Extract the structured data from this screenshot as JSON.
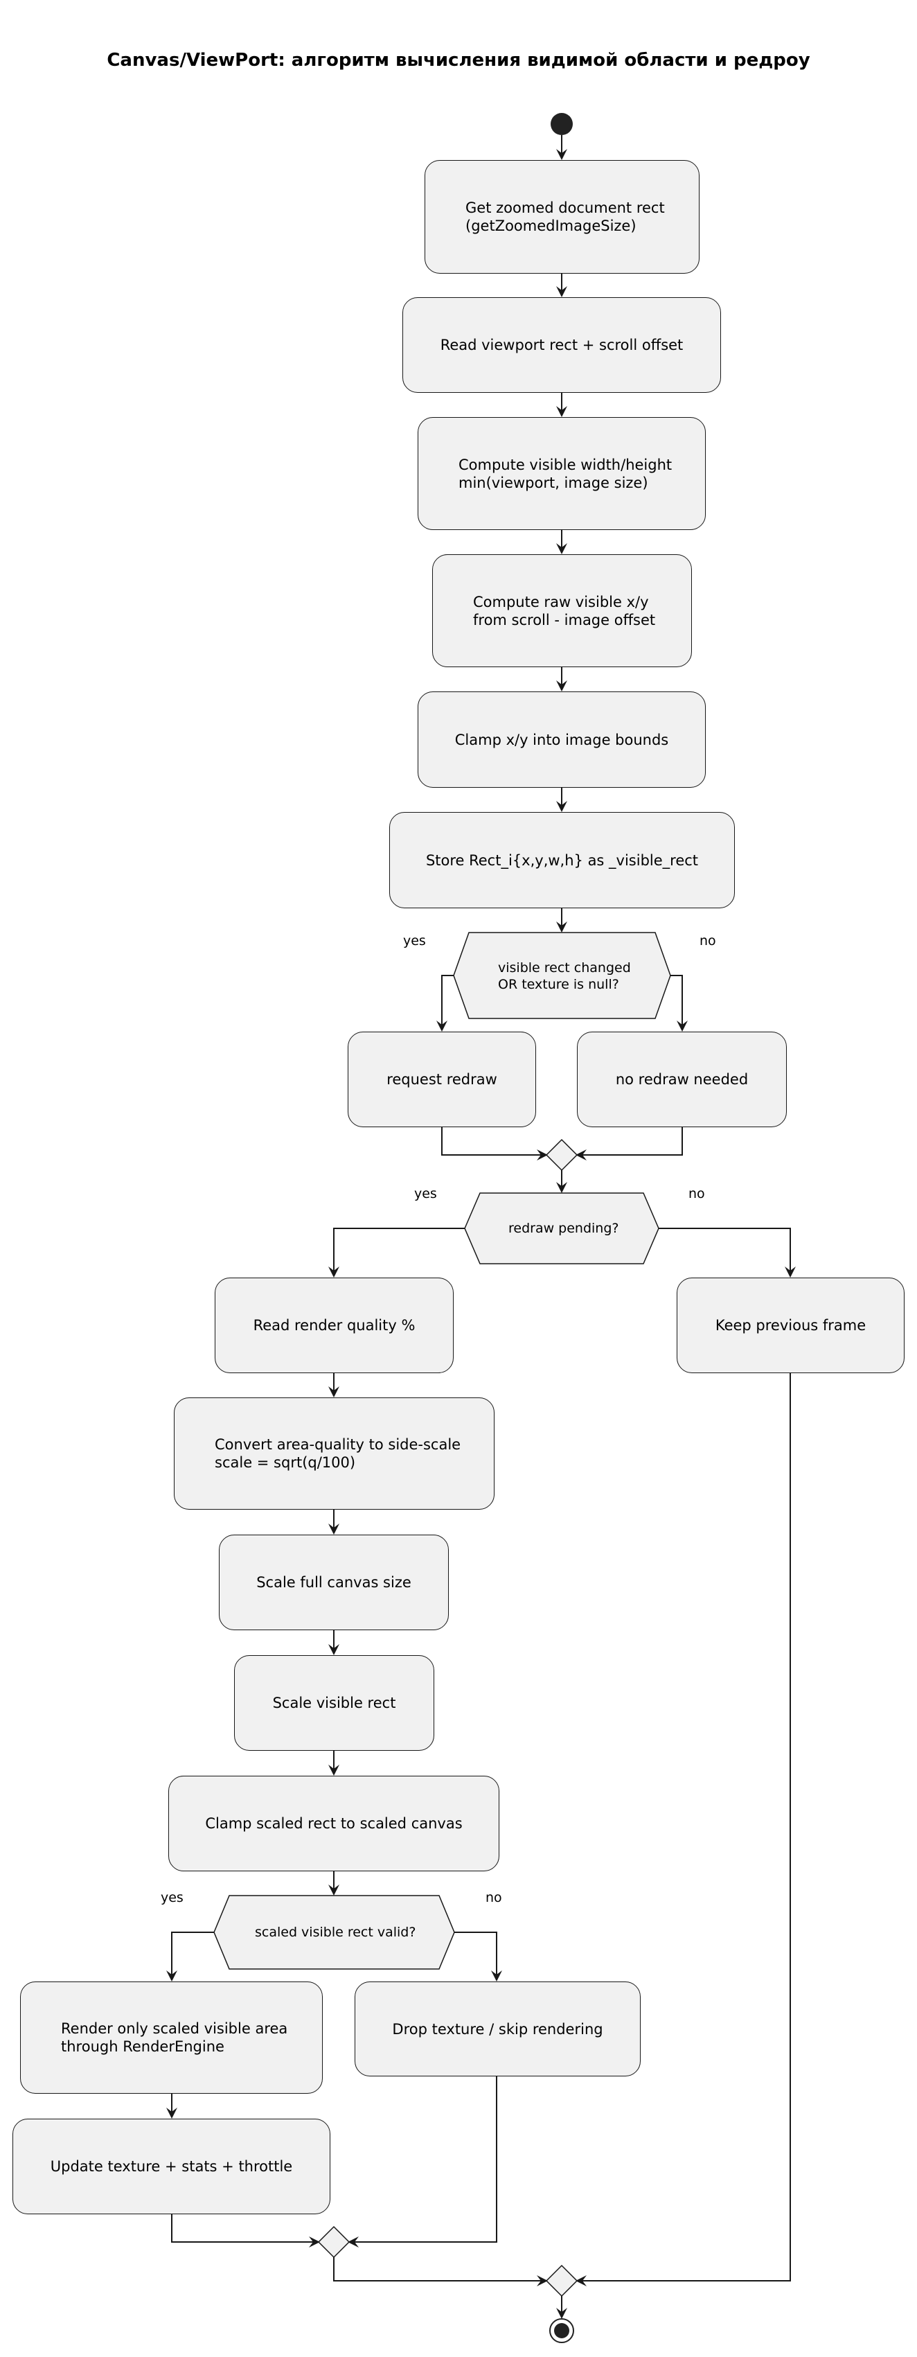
{
  "title": "Canvas/ViewPort: алгоритм вычисления видимой области и редроу",
  "nodes": {
    "get_zoomed": "Get zoomed document rect\n(getZoomedImageSize)",
    "read_viewport": "Read viewport rect + scroll offset",
    "compute_wh": "Compute visible width/height\nmin(viewport, image size)",
    "compute_xy": "Compute raw visible x/y\nfrom scroll - image offset",
    "clamp_xy": "Clamp x/y into image bounds",
    "store_rect": "Store Rect_i{x,y,w,h} as _visible_rect",
    "request_redraw": "request redraw",
    "no_redraw": "no redraw needed",
    "read_quality": "Read render quality %",
    "convert_quality": "Convert area-quality to side-scale\nscale = sqrt(q/100)",
    "scale_canvas": "Scale full canvas size",
    "scale_rect": "Scale visible rect",
    "clamp_scaled": "Clamp scaled rect to scaled canvas",
    "render_area": "Render only scaled visible area\nthrough RenderEngine",
    "update_texture": "Update texture + stats + throttle",
    "drop_texture": "Drop texture / skip rendering",
    "keep_frame": "Keep previous frame"
  },
  "decisions": {
    "changed": {
      "text": "visible rect changed\nOR texture is null?",
      "yes": "yes",
      "no": "no"
    },
    "pending": {
      "text": "redraw pending?",
      "yes": "yes",
      "no": "no"
    },
    "valid": {
      "text": "scaled visible rect valid?",
      "yes": "yes",
      "no": "no"
    }
  }
}
